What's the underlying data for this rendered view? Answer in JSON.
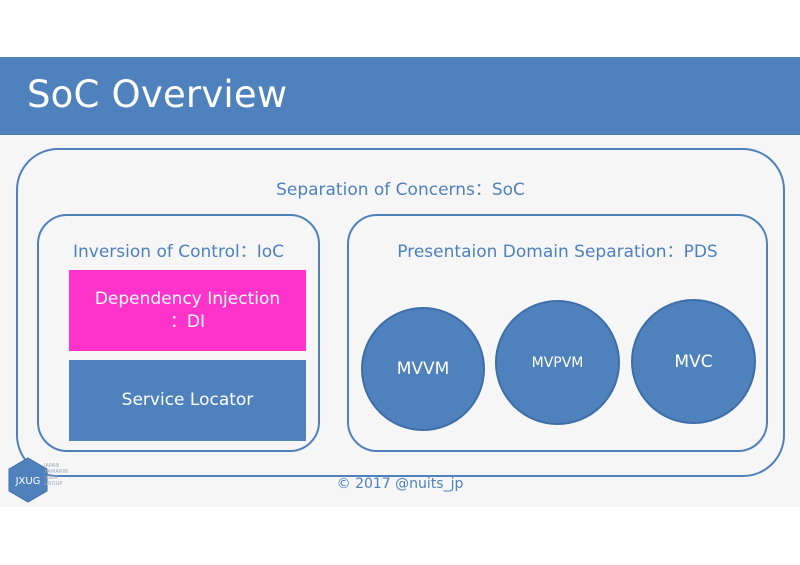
{
  "slide": {
    "title": "SoC Overview",
    "footer": "© 2017 @nuits_jp"
  },
  "diagram": {
    "outer_label": "Separation of Concerns：SoC",
    "ioc": {
      "label": "Inversion of Control：IoC",
      "items": [
        {
          "line1": "Dependency Injection",
          "line2": "：DI"
        },
        {
          "line1": "Service Locator"
        }
      ]
    },
    "pds": {
      "label": "Presentaion Domain Separation：PDS",
      "patterns": [
        "MVVM",
        "MVPVM",
        "MVC"
      ]
    }
  },
  "logo": {
    "text": "JXUG",
    "caption": [
      "JAPAN",
      "XAMARIN",
      "USER",
      "GROUP"
    ]
  },
  "colors": {
    "accent": "#4f81bd",
    "highlight": "#ff33cc",
    "background": "#f6f6f6"
  }
}
